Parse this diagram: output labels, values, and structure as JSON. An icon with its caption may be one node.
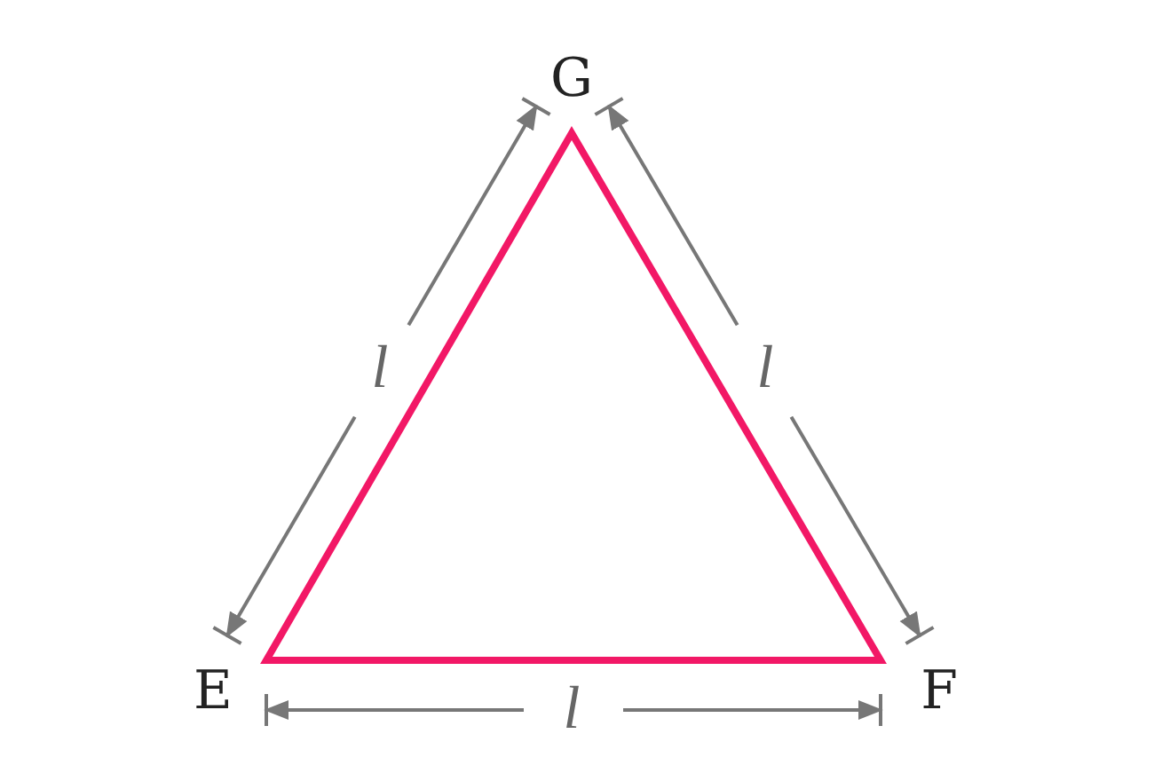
{
  "diagram": {
    "labels": [
      "G",
      "l",
      "l",
      "E",
      "F",
      "l"
    ]
  }
}
